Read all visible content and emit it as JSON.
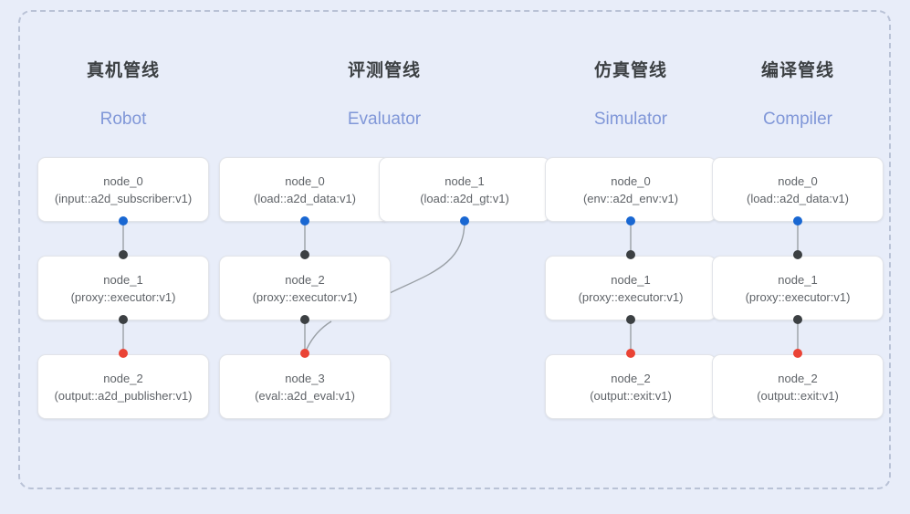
{
  "diagram": {
    "frame": {
      "style": "dashed-rounded-container"
    },
    "columns": [
      {
        "id": "robot",
        "title_cn": "真机管线",
        "title_en": "Robot",
        "nodes": [
          {
            "id": "node_0",
            "kind": "(input::a2d_subscriber:v1)"
          },
          {
            "id": "node_1",
            "kind": "(proxy::executor:v1)"
          },
          {
            "id": "node_2",
            "kind": "(output::a2d_publisher:v1)"
          }
        ]
      },
      {
        "id": "evaluator",
        "title_cn": "评测管线",
        "title_en": "Evaluator",
        "nodes": [
          {
            "id": "node_0",
            "kind": "(load::a2d_data:v1)"
          },
          {
            "id": "node_1",
            "kind": "(load::a2d_gt:v1)"
          },
          {
            "id": "node_2",
            "kind": "(proxy::executor:v1)"
          },
          {
            "id": "node_3",
            "kind": "(eval::a2d_eval:v1)"
          }
        ]
      },
      {
        "id": "simulator",
        "title_cn": "仿真管线",
        "title_en": "Simulator",
        "nodes": [
          {
            "id": "node_0",
            "kind": "(env::a2d_env:v1)"
          },
          {
            "id": "node_1",
            "kind": "(proxy::executor:v1)"
          },
          {
            "id": "node_2",
            "kind": "(output::exit:v1)"
          }
        ]
      },
      {
        "id": "compiler",
        "title_cn": "编译管线",
        "title_en": "Compiler",
        "nodes": [
          {
            "id": "node_0",
            "kind": "(load::a2d_data:v1)"
          },
          {
            "id": "node_1",
            "kind": "(proxy::executor:v1)"
          },
          {
            "id": "node_2",
            "kind": "(output::exit:v1)"
          }
        ]
      }
    ],
    "colors": {
      "background": "#e8edf9",
      "frame_border": "#b9c2d6",
      "node_background": "#ffffff",
      "node_border": "#e2e4e9",
      "title_text": "#3c4043",
      "subtitle_text": "#8097d8",
      "node_text": "#5f6368",
      "port_output": "#1967d2",
      "port_input": "#3c4043",
      "port_terminal": "#ea4335",
      "edge_line": "#9aa0a6"
    }
  }
}
